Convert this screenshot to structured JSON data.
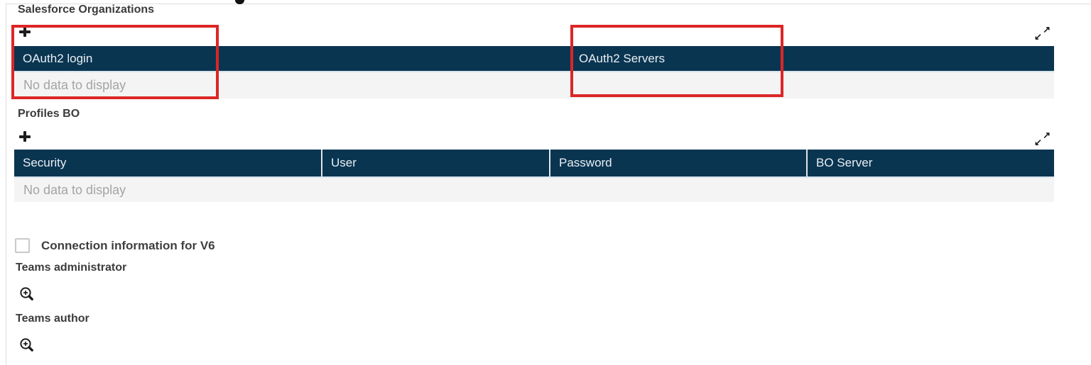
{
  "headings": {
    "salesforce": "Salesforce Organizations",
    "profiles_bo": "Profiles BO",
    "teams_admin": "Teams administrator",
    "teams_author": "Teams author"
  },
  "oauth_table": {
    "columns": [
      "OAuth2 login",
      "OAuth2 Servers"
    ],
    "empty_text": "No data to display"
  },
  "profiles_table": {
    "columns": [
      "Security",
      "User",
      "Password",
      "BO Server"
    ],
    "empty_text": "No data to display"
  },
  "v6_checkbox": {
    "label": "Connection information for V6",
    "checked": false
  },
  "icons": {
    "add": "plus-icon",
    "expand_ne": "↗",
    "expand_sw": "↙",
    "lookup": "zoom-in-magnifier-icon"
  },
  "annotations": {
    "boxes": [
      "OAuth2 login area",
      "OAuth2 Servers area"
    ],
    "color": "#dc2626"
  },
  "colors": {
    "table_header_bg": "#0a3551",
    "table_header_text": "#e9eff4",
    "empty_row_bg": "#f4f4f4",
    "empty_row_text": "#a4a4a4",
    "heading_text": "#3b3b3b",
    "annotation_red": "#dc2626"
  }
}
